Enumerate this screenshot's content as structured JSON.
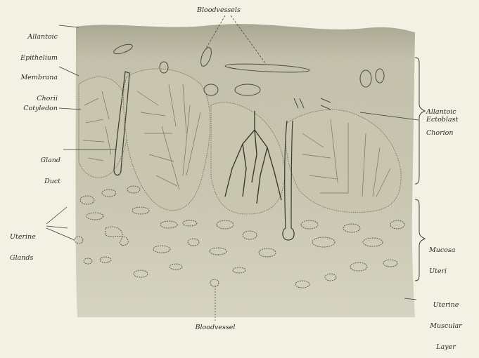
{
  "labels": {
    "bloodvessels_top": "Bloodvessels",
    "allantoic_epithelium": [
      "Allantoic",
      "Epithelium"
    ],
    "membrana_chorii": [
      "Membrana",
      "Chorii"
    ],
    "cotyledon": "Cotyledon",
    "gland_duct": [
      "Gland",
      "Duct"
    ],
    "uterine_glands": [
      "Uterine",
      "Glands"
    ],
    "allantoic_chorion": [
      "Allantoic",
      "Chorion"
    ],
    "ectoblast": "Ectoblast",
    "mucosa_uteri": [
      "Mucosa",
      "Uteri"
    ],
    "uterine_muscular_layer": [
      "Uterine",
      "Muscular",
      "Layer"
    ],
    "bloodvessel_bottom": "Bloodvessel"
  },
  "colors": {
    "background": "#f3f1e3",
    "tissue_light": "#ccc9b4",
    "tissue_mid": "#b5b29c",
    "tissue_dark": "#9d9a84",
    "ink": "#2b2a24"
  }
}
